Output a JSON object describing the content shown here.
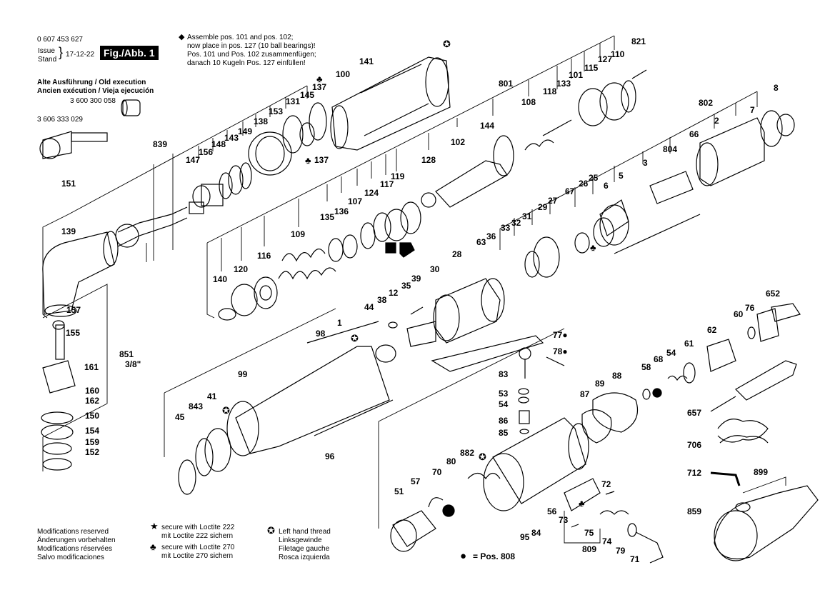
{
  "header": {
    "part_number": "0 607 453 627",
    "issue_label": "Issue",
    "stand_label": "Stand",
    "date": "17-12-22",
    "fig_label": "Fig./Abb. 1"
  },
  "assembly_note": {
    "marker": "◆",
    "lines": [
      "Assemble pos. 101 and pos. 102;",
      "now place in pos. 127 (10 ball bearings)!",
      "Pos. 101 und Pos. 102 zusammenfügen;",
      "danach 10 Kugeln Pos. 127 einfüllen!"
    ]
  },
  "old_execution": {
    "lines": [
      "Alte Ausführung / Old execution",
      "Ancien exécution / Vieja ejecución"
    ],
    "part_a": "3 600 300 058",
    "part_b": "3 606 333 029"
  },
  "footer": {
    "modifications": [
      "Modifications reserved",
      "Änderungen vorbehalten",
      "Modifications réservées",
      "Salvo modificaciones"
    ],
    "loctite222": [
      "secure with Loctite 222",
      "mit Loctite 222 sichern"
    ],
    "loctite270": [
      "secure with Loctite 270",
      "mit Loctite 270 sichern"
    ],
    "left_thread": [
      "Left hand thread",
      "Linksgewinde",
      "Filetage gauche",
      "Rosca izquierda"
    ],
    "pos808": "= Pos. 808"
  },
  "legend_symbols": {
    "star": "★",
    "clover": "♣",
    "left_thread": "✪",
    "dot": "●",
    "square": "■"
  },
  "part_labels": [
    "821",
    "110",
    "115",
    "127",
    "101",
    "133",
    "118",
    "141",
    "100",
    "137",
    "131",
    "145",
    "153",
    "138",
    "149",
    "143",
    "148",
    "156",
    "147",
    "839",
    "137",
    "801",
    "144",
    "108",
    "802",
    "8",
    "7",
    "2",
    "804",
    "66",
    "3",
    "5",
    "6",
    "25",
    "26",
    "67",
    "27",
    "29",
    "31",
    "32",
    "33",
    "36",
    "63",
    "128",
    "102",
    "119",
    "117",
    "124",
    "107",
    "136",
    "135",
    "109",
    "116",
    "120",
    "140",
    "151",
    "139",
    "157",
    "155",
    "851",
    "3/8\"",
    "161",
    "160",
    "162",
    "150",
    "154",
    "159",
    "152",
    "1",
    "98",
    "99",
    "843",
    "41",
    "45",
    "96",
    "44",
    "38",
    "12",
    "35",
    "39",
    "30",
    "28",
    "77●",
    "78●",
    "83",
    "53",
    "54",
    "86",
    "85",
    "652",
    "76",
    "60",
    "62",
    "61",
    "54",
    "68",
    "58",
    "88",
    "89",
    "87",
    "657",
    "706",
    "712",
    "899",
    "859",
    "882",
    "80",
    "70",
    "51",
    "57",
    "72",
    "56",
    "73",
    "809",
    "75",
    "74",
    "79",
    "71",
    "84",
    "95"
  ]
}
